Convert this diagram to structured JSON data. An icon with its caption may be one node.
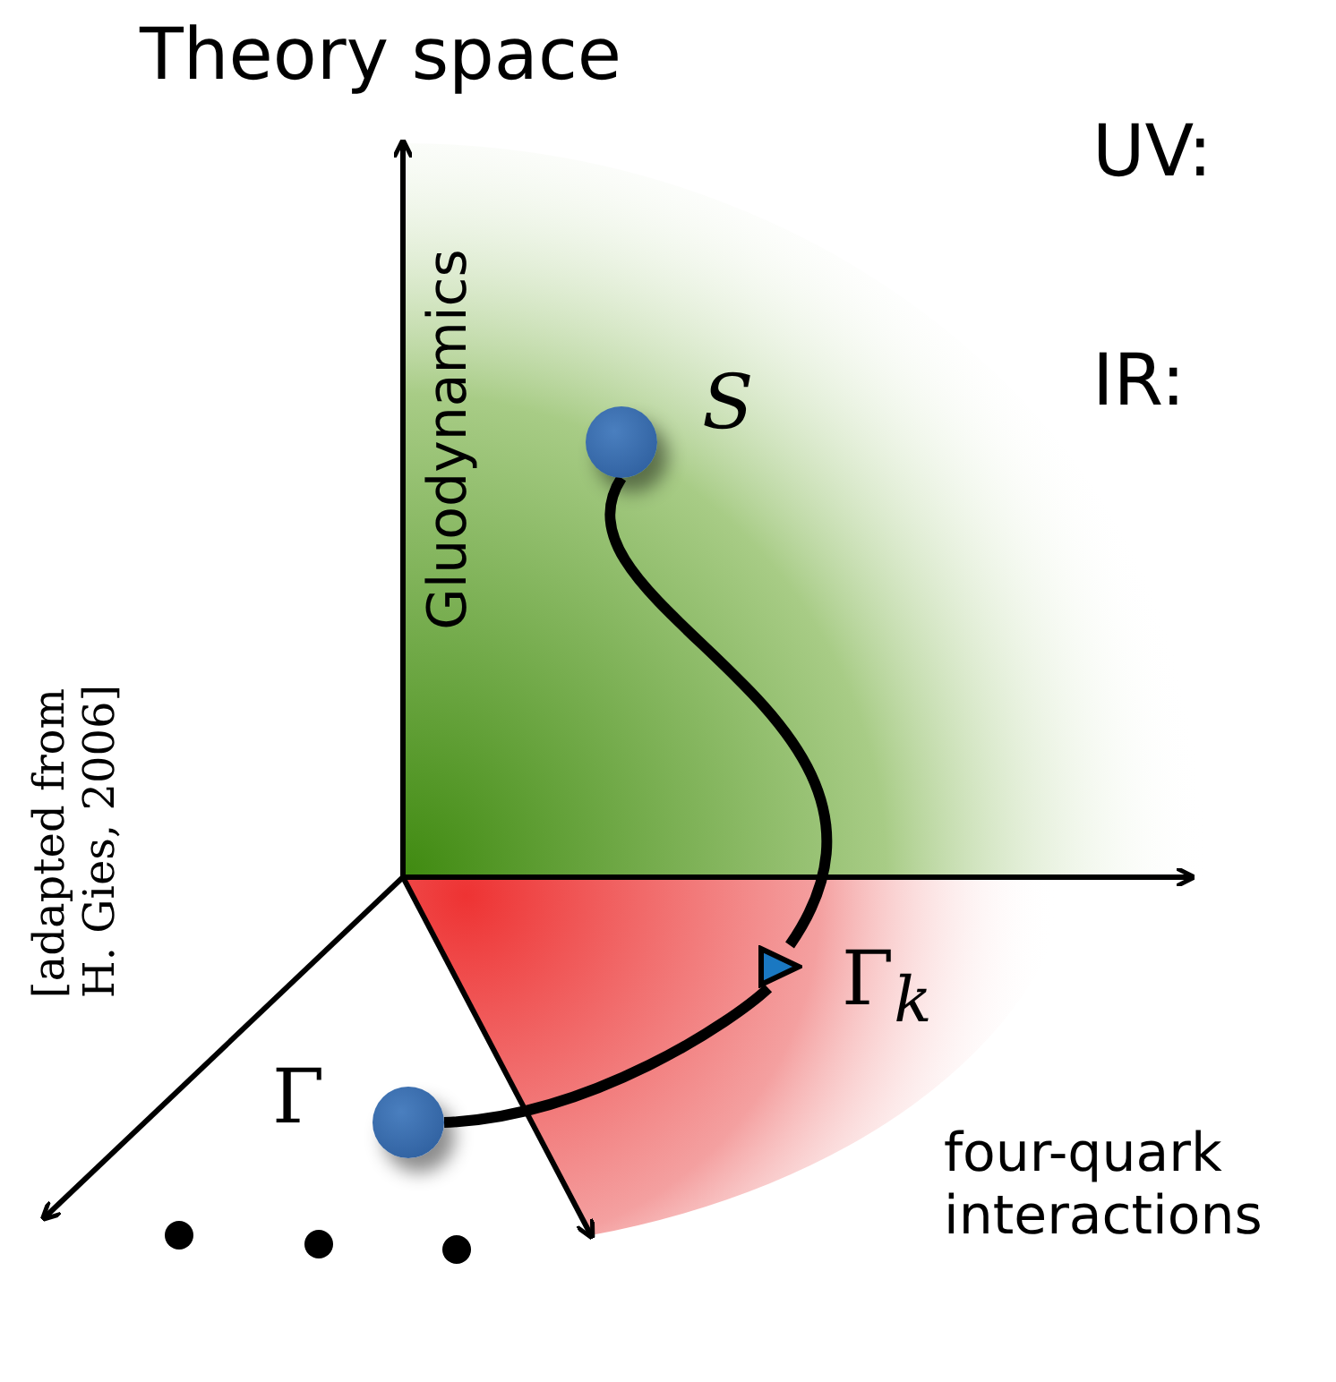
{
  "diagram": {
    "title": "Theory space",
    "nodes": [
      {
        "text": [],
        "shape": "circle",
        "beside": [
          "S"
        ]
      },
      {
        "text": [],
        "shape": "triangle",
        "beside": [
          "Γ$_{k}$"
        ]
      },
      {
        "text": [],
        "shape": "circle",
        "beside": [
          "Γ"
        ]
      }
    ],
    "edges": [
      {
        "from": 0,
        "to": 1,
        "arrow": "none"
      },
      {
        "from": 1,
        "to": 2,
        "arrow": "none"
      }
    ],
    "labels": [
      "UV:",
      "IR:",
      "Gluodynamics",
      "[adapted from H. Gies, 2006]",
      "four-quark interactions"
    ]
  }
}
